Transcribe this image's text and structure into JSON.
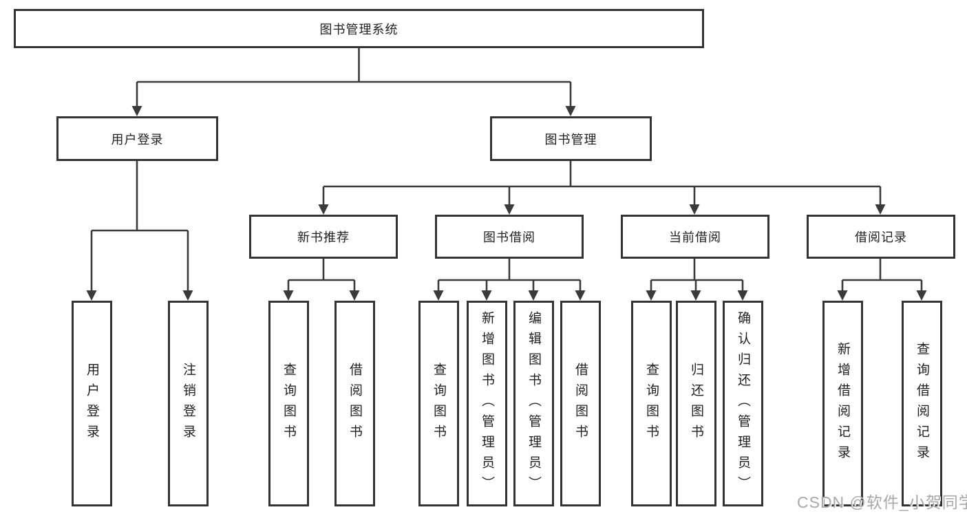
{
  "diagram": {
    "root": {
      "label": "图书管理系统"
    },
    "level1": [
      {
        "label": "用户登录"
      },
      {
        "label": "图书管理"
      }
    ],
    "level2": [
      {
        "label": "新书推荐"
      },
      {
        "label": "图书借阅"
      },
      {
        "label": "当前借阅"
      },
      {
        "label": "借阅记录"
      }
    ],
    "leaves": [
      {
        "label": "用户登录"
      },
      {
        "label": "注销登录"
      },
      {
        "label": "查询图书"
      },
      {
        "label": "借阅图书"
      },
      {
        "label": "查询图书"
      },
      {
        "label": "新增图书（管理员）"
      },
      {
        "label": "编辑图书（管理员）"
      },
      {
        "label": "借阅图书"
      },
      {
        "label": "查询图书"
      },
      {
        "label": "归还图书"
      },
      {
        "label": "确认归还（管理员）"
      },
      {
        "label": "新增借阅记录"
      },
      {
        "label": "查询借阅记录"
      }
    ],
    "colors": {
      "line": "#3a3a3a",
      "box_border": "#333333",
      "box_fill": "#ffffff",
      "text": "#1f1f1f",
      "watermark": "#a8a8a8"
    }
  },
  "watermark": {
    "text": "CSDN @软件_小贺同学"
  }
}
